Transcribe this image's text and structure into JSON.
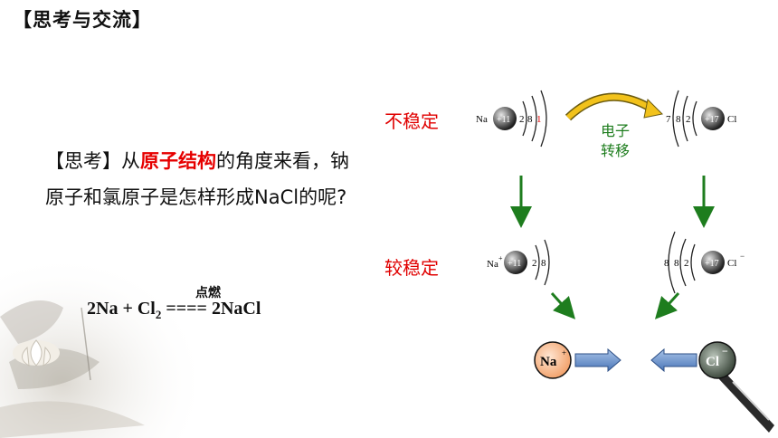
{
  "header": {
    "title": "【思考与交流】"
  },
  "question": {
    "prefix": "【思考】从",
    "highlight": "原子结构",
    "suffix": "的角度来看，钠原子和氯原子是怎样形成NaCl的呢?"
  },
  "equation": {
    "condition": "点燃",
    "left_1": "2Na + Cl",
    "left_sub": "2",
    "arrow": " ==== ",
    "right": "2NaCl"
  },
  "diagram": {
    "unstable_label": "不稳定",
    "stable_label": "较稳定",
    "transfer_label_1": "电子",
    "transfer_label_2": "转移",
    "na_atom": {
      "symbol": "Na",
      "nucleus": "+11",
      "shells": [
        "2",
        "8",
        "1"
      ]
    },
    "cl_atom": {
      "symbol": "Cl",
      "nucleus": "+17",
      "shells": [
        "7",
        "8",
        "2"
      ]
    },
    "na_ion": {
      "symbol": "Na",
      "charge": "+",
      "nucleus": "+11",
      "shells": [
        "2",
        "8"
      ]
    },
    "cl_ion": {
      "symbol": "Cl",
      "charge": "−",
      "nucleus": "+17",
      "shells": [
        "8",
        "8",
        "2"
      ]
    },
    "na_ion_ball": "Na",
    "na_ion_ball_charge": "+",
    "cl_ion_ball": "Cl",
    "cl_ion_ball_charge": "−"
  },
  "colors": {
    "accent_red": "#e00000",
    "green": "#1e7d1e",
    "na_ball": "#f6b98a",
    "cl_ball": "#6b7a6b"
  }
}
